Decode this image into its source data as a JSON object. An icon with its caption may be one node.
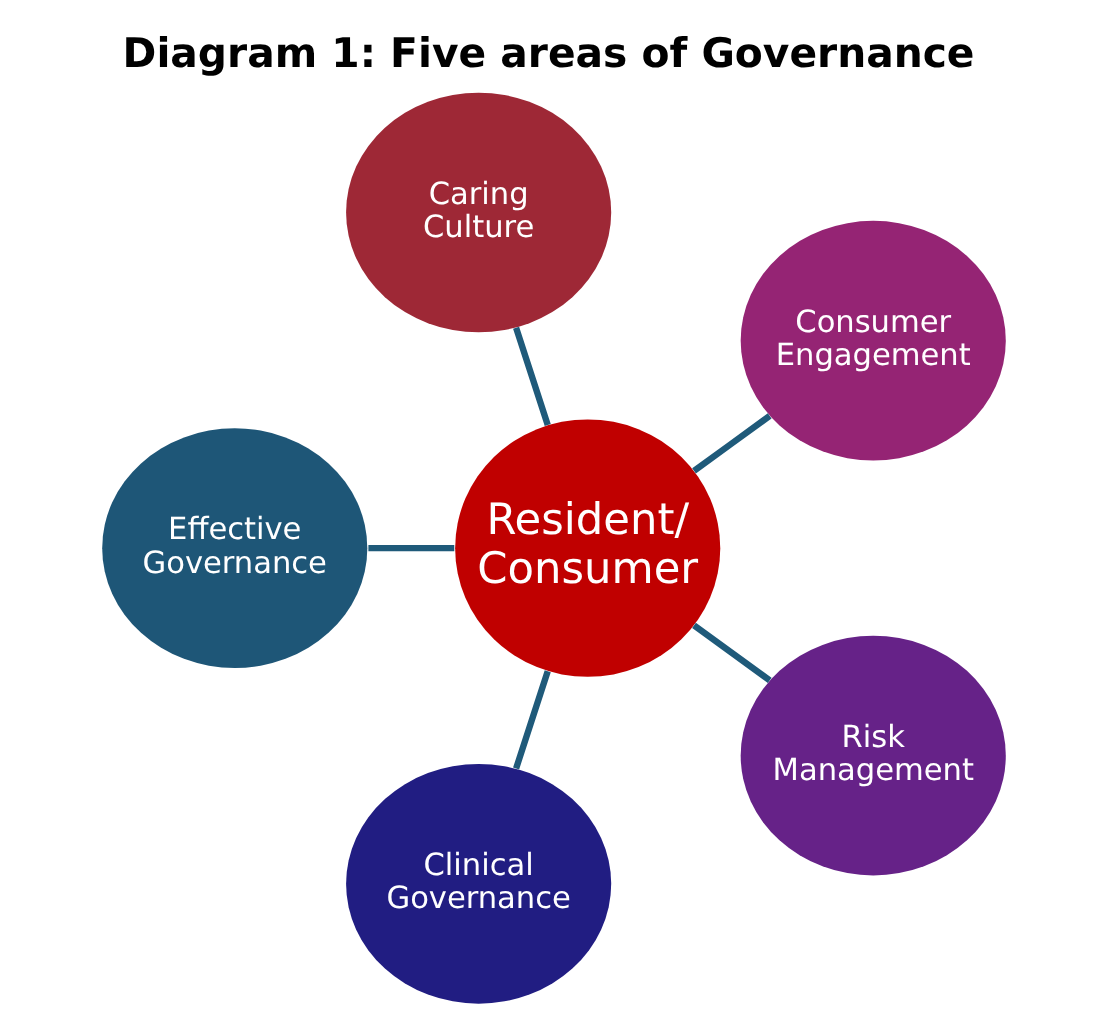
{
  "diagram": {
    "title": "Diagram 1: Five areas of Governance",
    "nodes": [
      {
        "text": [
          "Caring Culture"
        ]
      },
      {
        "text": [
          "Effective Governance"
        ]
      },
      {
        "text": [
          "Consumer Engagement"
        ]
      },
      {
        "text": [
          "Resident/ Consumer"
        ]
      },
      {
        "text": [
          "Clinical Governance"
        ]
      },
      {
        "text": [
          "Risk Management"
        ]
      }
    ],
    "edges": [
      {
        "from": 3,
        "to": 0,
        "arrow": "none"
      },
      {
        "from": 3,
        "to": 2,
        "arrow": "none"
      },
      {
        "from": 3,
        "to": 5,
        "arrow": "none"
      },
      {
        "from": 3,
        "to": 4,
        "arrow": "none"
      },
      {
        "from": 3,
        "to": 1,
        "arrow": "none"
      }
    ]
  }
}
